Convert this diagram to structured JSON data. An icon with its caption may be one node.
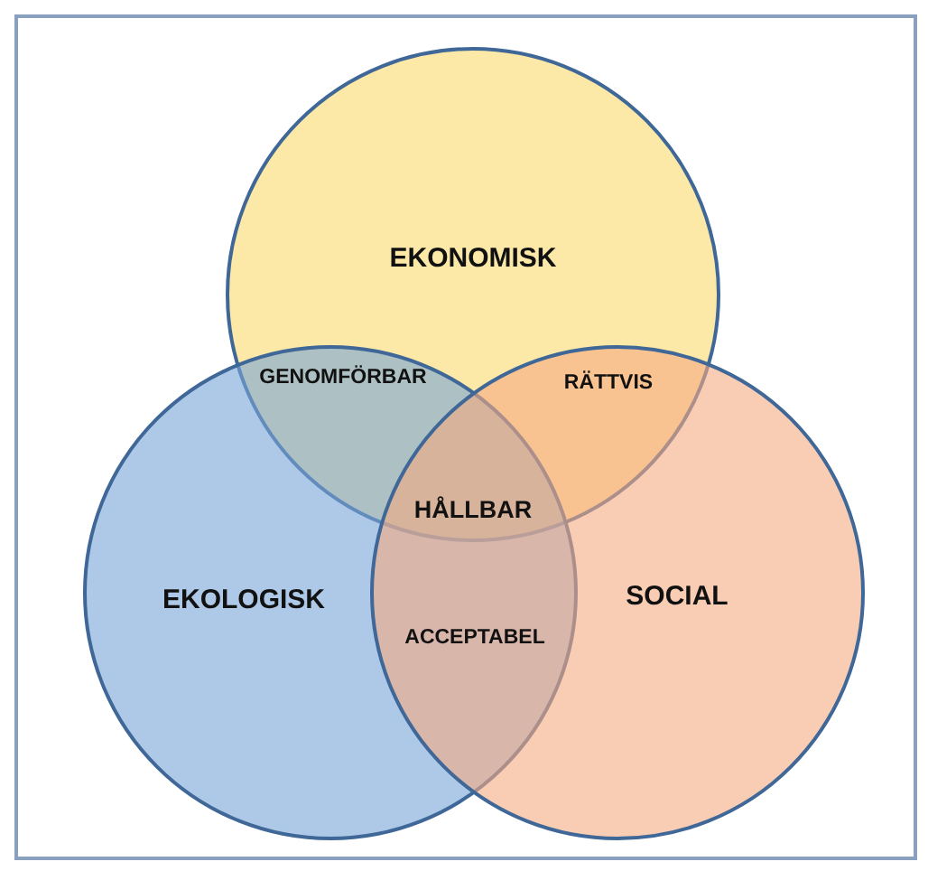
{
  "diagram": {
    "nodes": [
      {
        "text": [
          "EKONOMISK"
        ]
      },
      {
        "text": [
          "EKOLOGISK"
        ]
      },
      {
        "text": [
          "SOCIAL"
        ]
      }
    ],
    "edges": [],
    "labels": [
      "GENOMFÖRBAR",
      "RÄTTVIS",
      "HÅLLBAR",
      "ACCEPTABEL"
    ]
  }
}
